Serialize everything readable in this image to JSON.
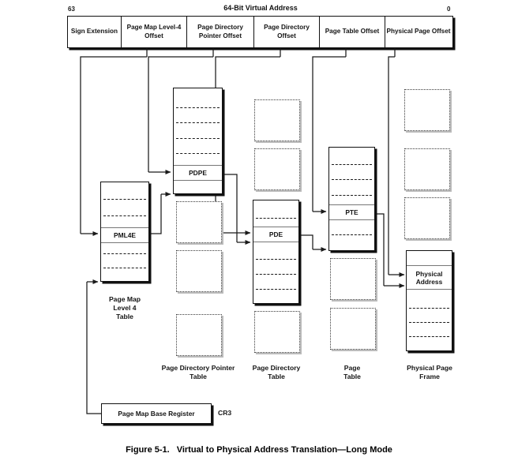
{
  "figure": {
    "number": "Figure 5-1.",
    "title": "Virtual to Physical Address Translation—Long Mode"
  },
  "virtual_address": {
    "title": "64-Bit Virtual Address",
    "msb_label": "63",
    "lsb_label": "0",
    "fields": [
      {
        "label": "Sign\nExtension",
        "width": 68
      },
      {
        "label": "Page Map\nLevel-4 Offset",
        "width": 83
      },
      {
        "label": "Page Directory\nPointer Offset",
        "width": 85
      },
      {
        "label": "Page Directory\nOffset",
        "width": 83
      },
      {
        "label": "Page Table\nOffset",
        "width": 83
      },
      {
        "label": "Physical Page\nOffset",
        "width": 84
      }
    ]
  },
  "tables": [
    {
      "id": "pml4",
      "entry_label": "PML4E",
      "caption": "Page Map\nLevel 4\nTable",
      "kind": "solid"
    },
    {
      "id": "pdp",
      "entry_label": "PDPE",
      "caption": "Page Directory Pointer\nTable",
      "kind": "solid"
    },
    {
      "id": "pd",
      "entry_label": "PDE",
      "caption": "Page Directory\nTable",
      "kind": "solid"
    },
    {
      "id": "pt",
      "entry_label": "PTE",
      "caption": "Page\nTable",
      "kind": "solid"
    },
    {
      "id": "ppf",
      "entry_label": "Physical\nAddress",
      "caption": "Physical Page\nFrame",
      "kind": "solid"
    }
  ],
  "cr3": {
    "box_label": "Page Map Base Register",
    "register_name": "CR3"
  },
  "colors": {
    "ink": "#111111",
    "entry_rule": "#777777",
    "ghost_border": "#3a3a3a",
    "page": "#ffffff"
  }
}
